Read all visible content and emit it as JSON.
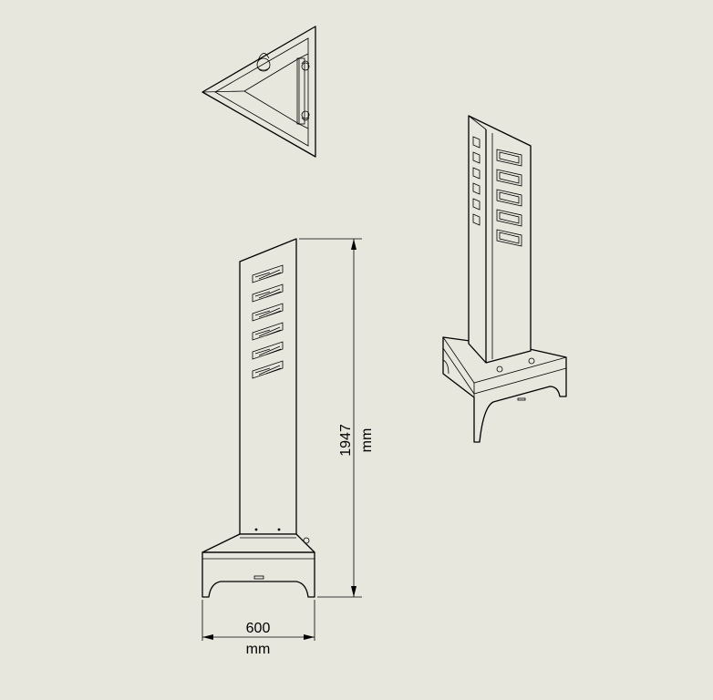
{
  "dimensions": {
    "height": {
      "value": "1947",
      "unit": "mm"
    },
    "width": {
      "value": "600",
      "unit": "mm"
    }
  },
  "views": {
    "top": {
      "icon": "top-view-drawing"
    },
    "front": {
      "icon": "front-view-drawing",
      "slot_count": 6
    },
    "isometric": {
      "icon": "isometric-view-drawing",
      "slot_count_left": 6,
      "slot_count_right": 5
    }
  },
  "colors": {
    "background": "#e8e7dd",
    "line": "#000000"
  }
}
